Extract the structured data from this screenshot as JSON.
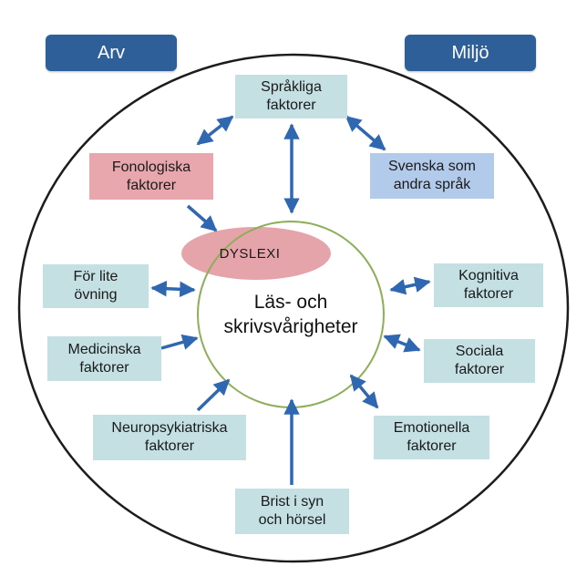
{
  "headers": {
    "left": "Arv",
    "right": "Miljö"
  },
  "center": {
    "tag": "DYSLEXI",
    "label": "Läs- och\nskrivsvårigheter"
  },
  "factors": {
    "sprakliga": "Språkliga\nfaktorer",
    "fonologiska": "Fonologiska\nfaktorer",
    "svenska": "Svenska som\nandra språk",
    "for_lite": "För lite\növning",
    "kognitiva": "Kognitiva\nfaktorer",
    "medicinska": "Medicinska\nfaktorer",
    "sociala": "Sociala\nfaktorer",
    "neuropsykiatriska": "Neuropsykiatriska\nfaktorer",
    "emotionella": "Emotionella\nfaktorer",
    "brist": "Brist i syn\noch hörsel"
  },
  "colors": {
    "header": "#2f5f98",
    "arrow": "#2f68b0",
    "teal_box": "#c4e0e3",
    "pink_box": "#e7a7ac",
    "blue_box": "#b3cbea",
    "dyslexi_ellipse": "#e5a4aa",
    "center_circle": "#8fae5a"
  }
}
